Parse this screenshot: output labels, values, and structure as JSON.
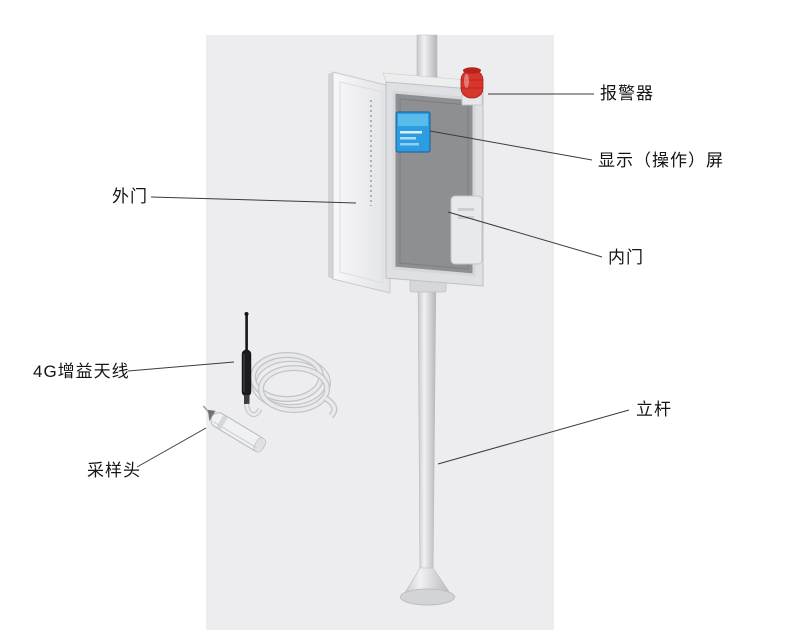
{
  "figure": {
    "type": "product-structure-diagram",
    "subject": "pole-mounted online gas monitoring station"
  },
  "labels": {
    "alarm": "报警器",
    "display_screen": "显示（操作）屏",
    "outer_door": "外门",
    "inner_door": "内门",
    "antenna_4g": "4G增益天线",
    "sampling_head": "采样头",
    "pole": "立杆"
  },
  "colors": {
    "panel_bg": "#ededef",
    "alarm_red": "#d8352c",
    "screen_blue": "#2b9de0",
    "cabinet_gray": "#dfe0e3",
    "inner_panel_gray": "#8d8f93",
    "pole_gray": "#d2d3d6",
    "line_dark": "#3b3b3b"
  }
}
